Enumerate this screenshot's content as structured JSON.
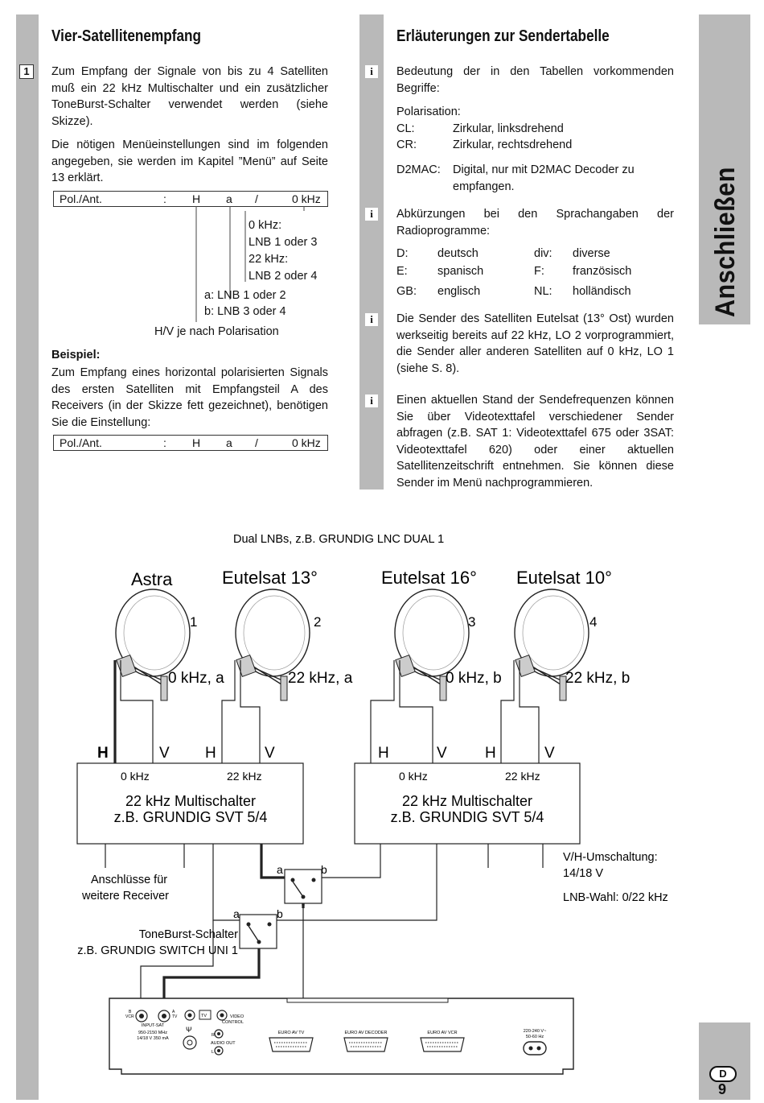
{
  "left_col": {
    "heading": "Vier-Satellitenempfang",
    "marker": "1",
    "para1": "Zum Empfang der Signale von bis zu 4 Satelliten muß ein 22 kHz Multischalter und ein zusätzlicher ToneBurst-Schalter verwendet werden (siehe Skizze).",
    "para2": "Die nötigen Menüeinstellungen sind im folgenden angegeben, sie werden im Kapitel ”Menü” auf Seite 13 erklärt.",
    "setting": {
      "label": "Pol./Ant.",
      "colon": ":",
      "pol": "H",
      "ant": "a",
      "slash": "/",
      "freq": "0 kHz"
    },
    "annotations": {
      "khz_0": "0 kHz:",
      "lnb_13": "LNB 1 oder 3",
      "khz_22": "22 kHz:",
      "lnb_24": "LNB 2 oder 4",
      "a_line": "a: LNB 1 oder 2",
      "b_line": "b: LNB 3 oder 4",
      "hv_line": "H/V je nach Polarisation"
    },
    "example_heading": "Beispiel:",
    "example_text": "Zum Empfang eines horizontal polarisierten Signals des ersten Satelliten mit Empfangsteil A des Receivers (in der Skizze fett gezeichnet), benötigen Sie die Einstellung:"
  },
  "right_col": {
    "heading": "Erläuterungen zur Sendertabelle",
    "info_icon": "i",
    "info1": "Bedeutung der in den Tabellen vorkommenden Begriffe:",
    "polarisation_label": "Polarisation:",
    "cl_key": "CL:",
    "cl_val": "Zirkular, linksdrehend",
    "cr_key": "CR:",
    "cr_val": "Zirkular, rechtsdrehend",
    "d2mac_key": "D2MAC:",
    "d2mac_val": "Digital, nur mit D2MAC Decoder zu empfangen.",
    "info2": "Abkürzungen bei den Sprachangaben der Radioprogramme:",
    "langs": [
      {
        "k1": "D:",
        "v1": "deutsch",
        "k2": "div:",
        "v2": "diverse"
      },
      {
        "k1": "E:",
        "v1": "spanisch",
        "k2": "F:",
        "v2": "französisch"
      },
      {
        "k1": "GB:",
        "v1": "englisch",
        "k2": "NL:",
        "v2": "holländisch"
      }
    ],
    "info3": "Die Sender des Satelliten Eutelsat (13° Ost) wurden werkseitig bereits auf 22 kHz, LO 2 vorprogrammiert, die Sender aller anderen Satelliten auf 0 kHz, LO 1 (siehe S. 8).",
    "info4": "Einen aktuellen Stand der Sendefrequenzen können Sie über Videotexttafel verschiedener Sender abfragen (z.B. SAT 1: Videotexttafel 675 oder 3SAT: Videotexttafel 620) oder einer aktuellen Satellitenzeitschrift entnehmen. Sie können diese Sender im Menü nachprogrammieren."
  },
  "side_tab": "Anschließen",
  "diagram": {
    "caption": "Dual LNBs, z.B. GRUNDIG LNC DUAL 1",
    "satellites": [
      {
        "name": "Astra",
        "num": "1",
        "lnb": "0 kHz, a"
      },
      {
        "name": "Eutelsat 13°",
        "num": "2",
        "lnb": "22 kHz, a"
      },
      {
        "name": "Eutelsat 16°",
        "num": "3",
        "lnb": "0 kHz, b"
      },
      {
        "name": "Eutelsat 10°",
        "num": "4",
        "lnb": "22 kHz, b"
      }
    ],
    "pol_h": "H",
    "pol_v": "V",
    "switch_in_0": "0 kHz",
    "switch_in_22": "22 kHz",
    "switch_title": "22 kHz Multischalter",
    "switch_model": "z.B. GRUNDIG SVT 5/4",
    "port_a": "a",
    "port_b": "b",
    "more_receivers_1": "Anschlüsse für",
    "more_receivers_2": "weitere Receiver",
    "vh_switch_1": "V/H-Umschaltung:",
    "vh_switch_2": "14/18 V",
    "lnb_select": "LNB-Wahl: 0/22 kHz",
    "toneburst_1": "ToneBurst-Schalter",
    "toneburst_2": "z.B. GRUNDIG SWITCH UNI 1",
    "receiver": {
      "b_vcr": "B",
      "vcr": "VCR",
      "a_tv": "A",
      "tv": "TV",
      "input_sat": "INPUT-SAT",
      "spec1": "950-2150 MHz",
      "spec2": "14/18 V  350 mA",
      "tv_small": "TV",
      "video": "VIDEO",
      "control": "CONTROL",
      "audio_r": "R",
      "audio_out": "AUDIO OUT",
      "audio_l": "L",
      "euro_tv": "EURO AV TV",
      "euro_dec": "EURO AV DECODER",
      "euro_vcr": "EURO AV VCR",
      "power1": "220-240 V~",
      "power2": "50-60 Hz"
    }
  },
  "page_footer": {
    "lang": "D",
    "page": "9"
  }
}
